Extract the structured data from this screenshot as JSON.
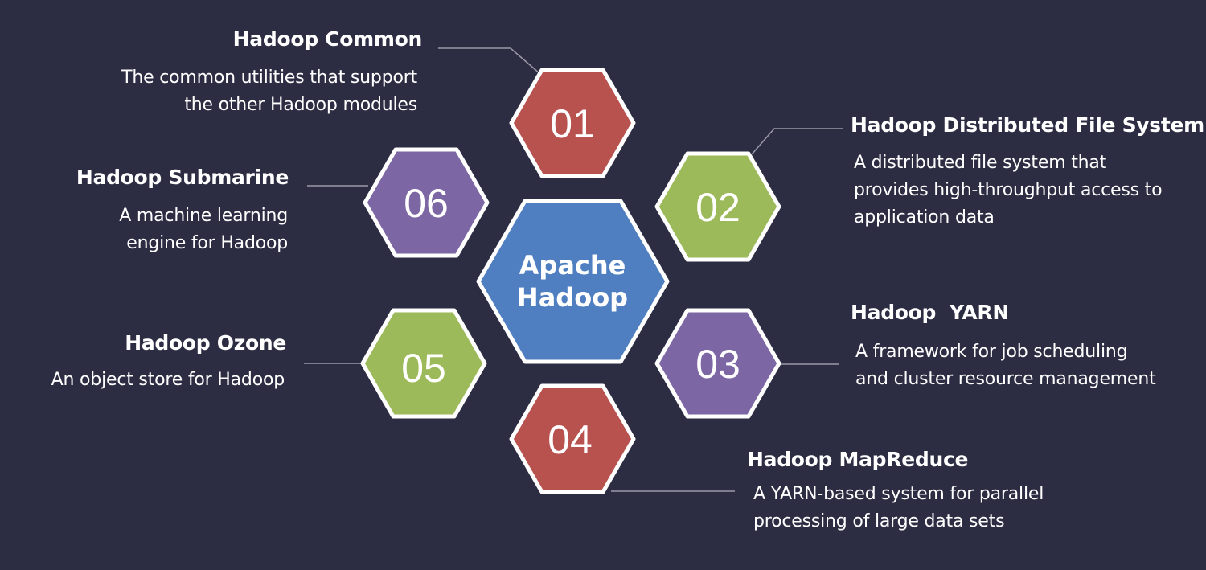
{
  "colors": {
    "background": "#2c2d43",
    "red": "#b8524f",
    "green": "#9dba5a",
    "purple": "#7c66a3",
    "blue": "#4f7fc0",
    "outline": "#ffffff",
    "connector": "#9a9aa8"
  },
  "core": {
    "line1": "Apache",
    "line2": "Hadoop"
  },
  "modules": [
    {
      "number": "01",
      "title": "Hadoop Common",
      "desc_line1": "The common utilities that support",
      "desc_line2": "the other Hadoop modules"
    },
    {
      "number": "02",
      "title": "Hadoop Distributed File System",
      "desc_line1": "A distributed file system that",
      "desc_line2": "provides high-throughput access to",
      "desc_line3": "application data"
    },
    {
      "number": "03",
      "title": "Hadoop  YARN",
      "desc_line1": "A framework for job scheduling",
      "desc_line2": "and cluster resource management"
    },
    {
      "number": "04",
      "title": "Hadoop MapReduce",
      "desc_line1": "A YARN-based system for parallel",
      "desc_line2": "processing of large data sets"
    },
    {
      "number": "05",
      "title": "Hadoop Ozone",
      "desc_line1": "An object store for Hadoop"
    },
    {
      "number": "06",
      "title": "Hadoop Submarine",
      "desc_line1": "A machine learning",
      "desc_line2": "engine for Hadoop"
    }
  ]
}
